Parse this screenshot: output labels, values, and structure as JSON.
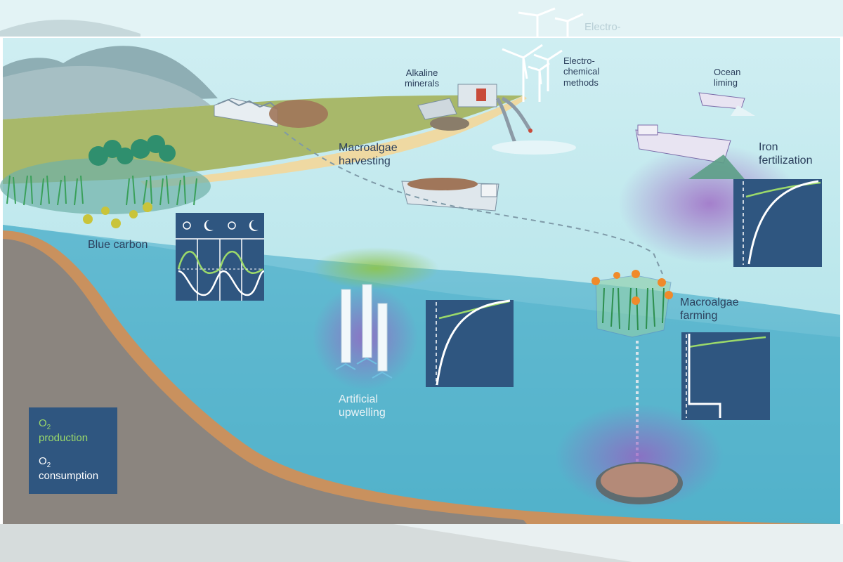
{
  "labels": {
    "blue_carbon": "Blue carbon",
    "macroalgae_harvesting": [
      "Macroalgae",
      "harvesting"
    ],
    "alkaline_minerals": [
      "Alkaline",
      "minerals"
    ],
    "electrochemical_methods": [
      "Electro-",
      "chemical",
      "methods"
    ],
    "electro_ghost": "Electro-",
    "ocean_liming": [
      "Ocean",
      "liming"
    ],
    "iron_fertilization": [
      "Iron",
      "fertilization"
    ],
    "macroalgae_farming": [
      "Macroalgae",
      "farming"
    ],
    "artificial_upwelling": [
      "Artificial",
      "upwelling"
    ]
  },
  "legend": {
    "production": {
      "prefix": "O",
      "sub": "2",
      "text": "production"
    },
    "consumption": {
      "prefix": "O",
      "sub": "2",
      "text": "consumption"
    }
  },
  "colors": {
    "o2_production": "#9bd96a",
    "o2_consumption": "#ffffff",
    "panel": "#2f5680",
    "ocean_deep": "#5cb6ce",
    "ocean_surface": "#bfe6ee",
    "seabed": "#8b857f",
    "coast": "#c9915e",
    "land": "#a8b86a",
    "purple_glow": "#9a5cc0",
    "green_glow": "#8ec44c"
  },
  "icons": [
    "sun-icon",
    "moon-icon",
    "wind-turbine-icon",
    "ship-icon",
    "factory-icon",
    "tree-icon",
    "seaweed-icon",
    "upwelling-pipe-icon",
    "algae-farm-cage-icon",
    "sinking-arrow-icon"
  ]
}
